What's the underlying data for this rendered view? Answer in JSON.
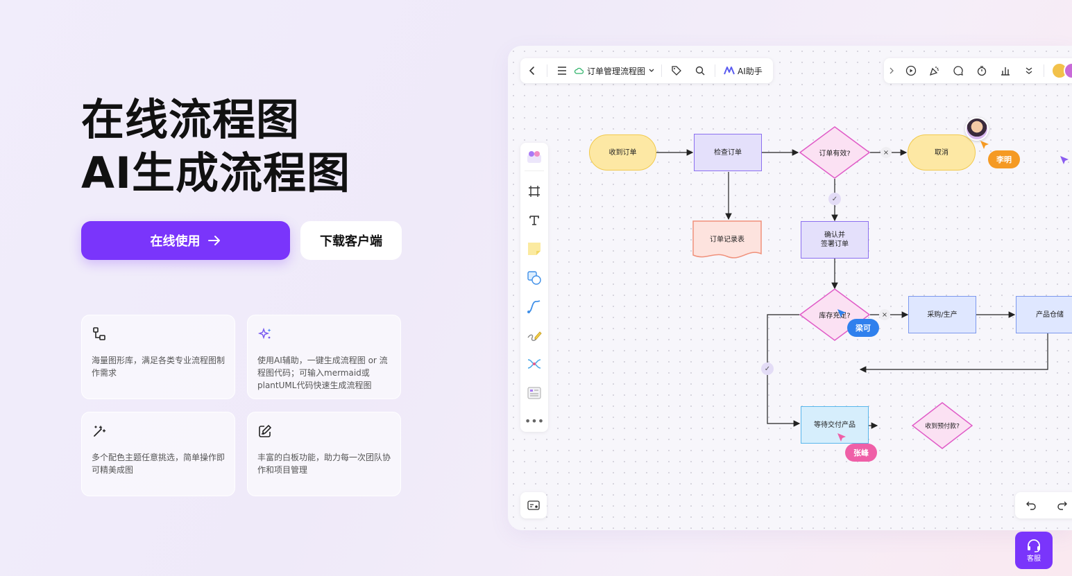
{
  "hero": {
    "title_line1": "在线流程图",
    "title_line2": "AI生成流程图",
    "primary_button": "在线使用",
    "secondary_button": "下载客户端"
  },
  "features": [
    {
      "icon": "flow-structure-icon",
      "text": "海量图形库，满足各类专业流程图制作需求"
    },
    {
      "icon": "ai-sparkle-icon",
      "text": "使用AI辅助，一键生成流程图 or 流程图代码；可输入mermaid或plantUML代码快速生成流程图"
    },
    {
      "icon": "magic-wand-icon",
      "text": "多个配色主题任意挑选，简单操作即可精美成图"
    },
    {
      "icon": "edit-board-icon",
      "text": "丰富的白板功能，助力每一次团队协作和项目管理"
    }
  ],
  "editor": {
    "doc_title": "订单管理流程图",
    "ai_assistant": "AI助手",
    "nodes": {
      "receive_order": "收到订单",
      "check_order": "检查订单",
      "order_valid": "订单有效?",
      "cancel": "取消",
      "order_record": "订单记录表",
      "confirm_sign": "确认并\n签署订单",
      "stock_enough": "库存充足?",
      "purchase_produce": "采购/生产",
      "product_storage": "产品仓储",
      "wait_delivery": "等待交付产品",
      "prepayment_received": "收到预付款?"
    },
    "collaborators": [
      "李明",
      "梁可",
      "张峰"
    ]
  },
  "service_label": "客服",
  "colors": {
    "accent": "#7a35fb",
    "tag_orange": "#f59a23",
    "tag_blue": "#2f80ed",
    "tag_pink": "#ef5fa7",
    "diamond_fill": "#fbe1f3",
    "diamond_stroke": "#e05bc7"
  }
}
